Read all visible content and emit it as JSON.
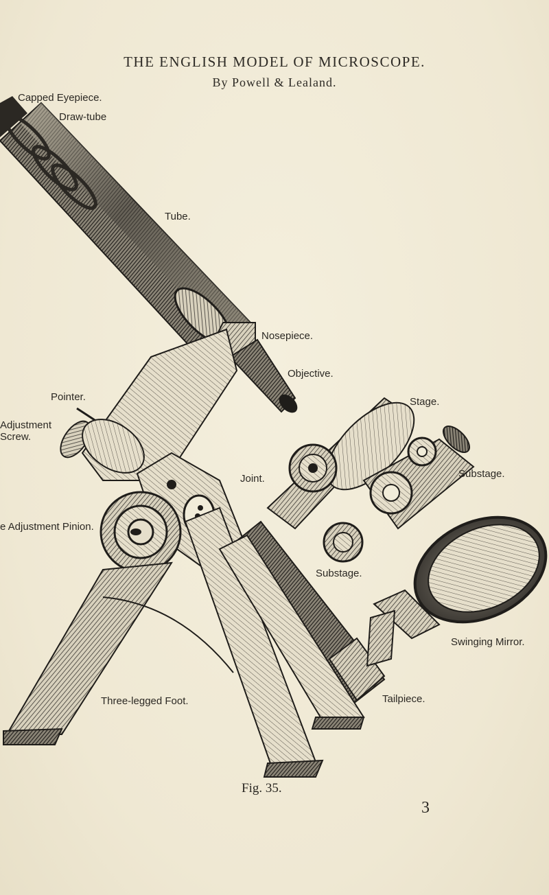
{
  "header": {
    "title": "THE ENGLISH MODEL OF MICROSCOPE.",
    "subtitle": "By Powell & Lealand."
  },
  "labels": {
    "capped_eyepiece": "Capped Eyepiece.",
    "draw_tube": "Draw-tube",
    "tube": "Tube.",
    "nosepiece": "Nosepiece.",
    "objective": "Objective.",
    "pointer": "Pointer.",
    "adjustment_screw_1": "Adjustment",
    "adjustment_screw_2": "Screw.",
    "stage": "Stage.",
    "substage_right": "Substage.",
    "joint": "Joint.",
    "adjustment_pinion": "e Adjustment Pinion.",
    "substage_lower": "Substage.",
    "swinging_mirror": "Swinging Mirror.",
    "three_legged_foot": "Three-legged Foot.",
    "tailpiece": "Tailpiece."
  },
  "footer": {
    "caption": "Fig. 35.",
    "page_number": "3"
  },
  "colors": {
    "paper": "#f1ecd9",
    "ink": "#2b2823",
    "metal_dark": "#3a3732",
    "metal_mid": "#6b665c",
    "metal_light": "#b9b2a0"
  }
}
